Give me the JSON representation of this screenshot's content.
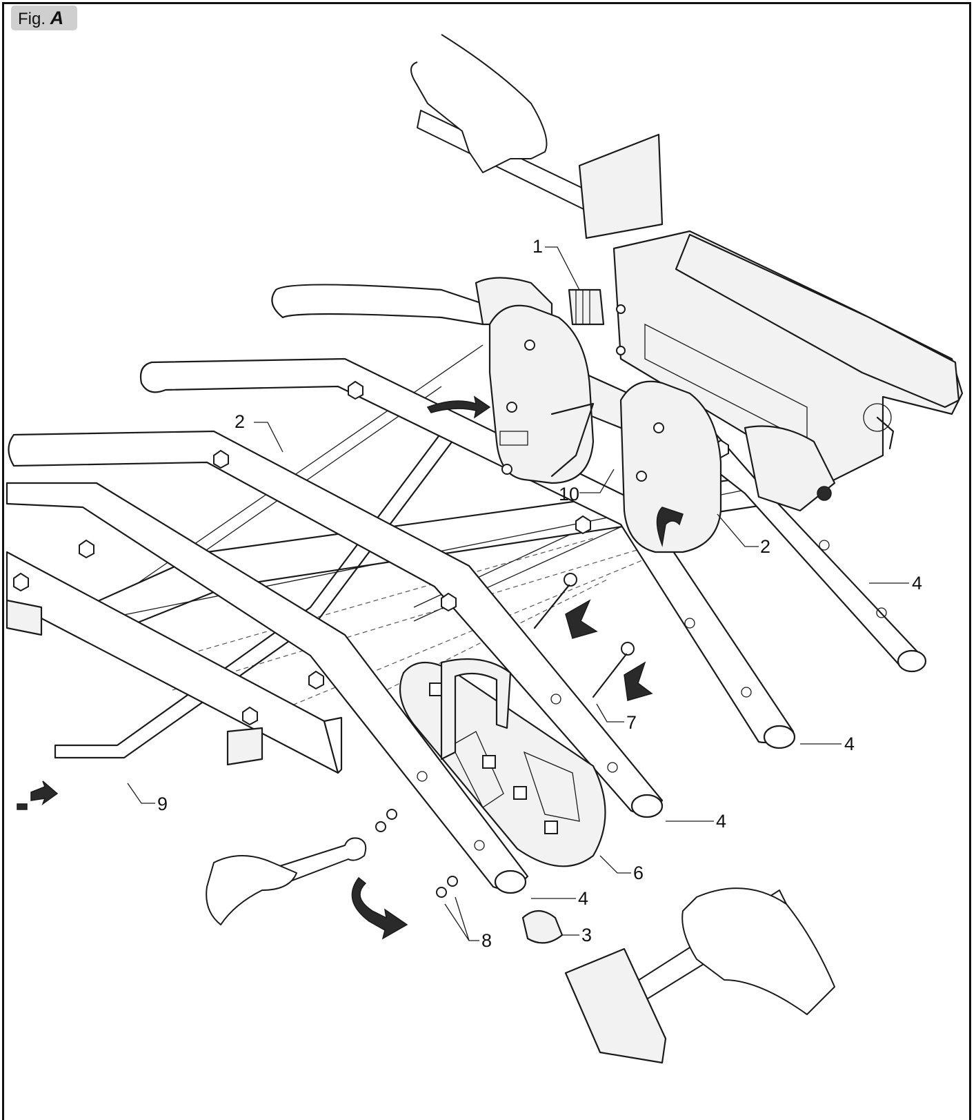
{
  "figure": {
    "badge_prefix": "Fig.",
    "badge_letter": "A"
  },
  "callouts": [
    {
      "id": "c1",
      "text": "1"
    },
    {
      "id": "c2a",
      "text": "2"
    },
    {
      "id": "c2b",
      "text": "2"
    },
    {
      "id": "c3",
      "text": "3"
    },
    {
      "id": "c4a",
      "text": "4"
    },
    {
      "id": "c4b",
      "text": "4"
    },
    {
      "id": "c4c",
      "text": "4"
    },
    {
      "id": "c4d",
      "text": "4"
    },
    {
      "id": "c6",
      "text": "6"
    },
    {
      "id": "c7",
      "text": "7"
    },
    {
      "id": "c8",
      "text": "8"
    },
    {
      "id": "c9",
      "text": "9"
    },
    {
      "id": "c10",
      "text": "10"
    }
  ],
  "colors": {
    "ink": "#1a1a1a",
    "badge": "#cfcfcf",
    "arrow": "#2a2a2a"
  }
}
